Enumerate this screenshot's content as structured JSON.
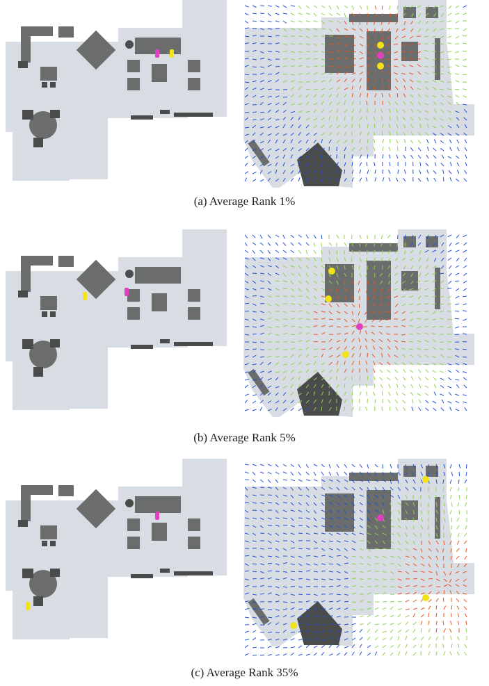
{
  "captions": [
    "(a)  Average Rank 1%",
    "(b)  Average Rank 5%",
    "(c)  Average Rank 35%"
  ],
  "colors": {
    "floor": "#d8dde3",
    "furniture": "#6b6d6c",
    "furniture_dark": "#4a4c4b",
    "agent_magenta": "#e040c0",
    "agent_yellow": "#f2e21a",
    "vector_low": "#1f4fd8",
    "vector_mid": "#8fd14f",
    "vector_high": "#e8541f"
  }
}
